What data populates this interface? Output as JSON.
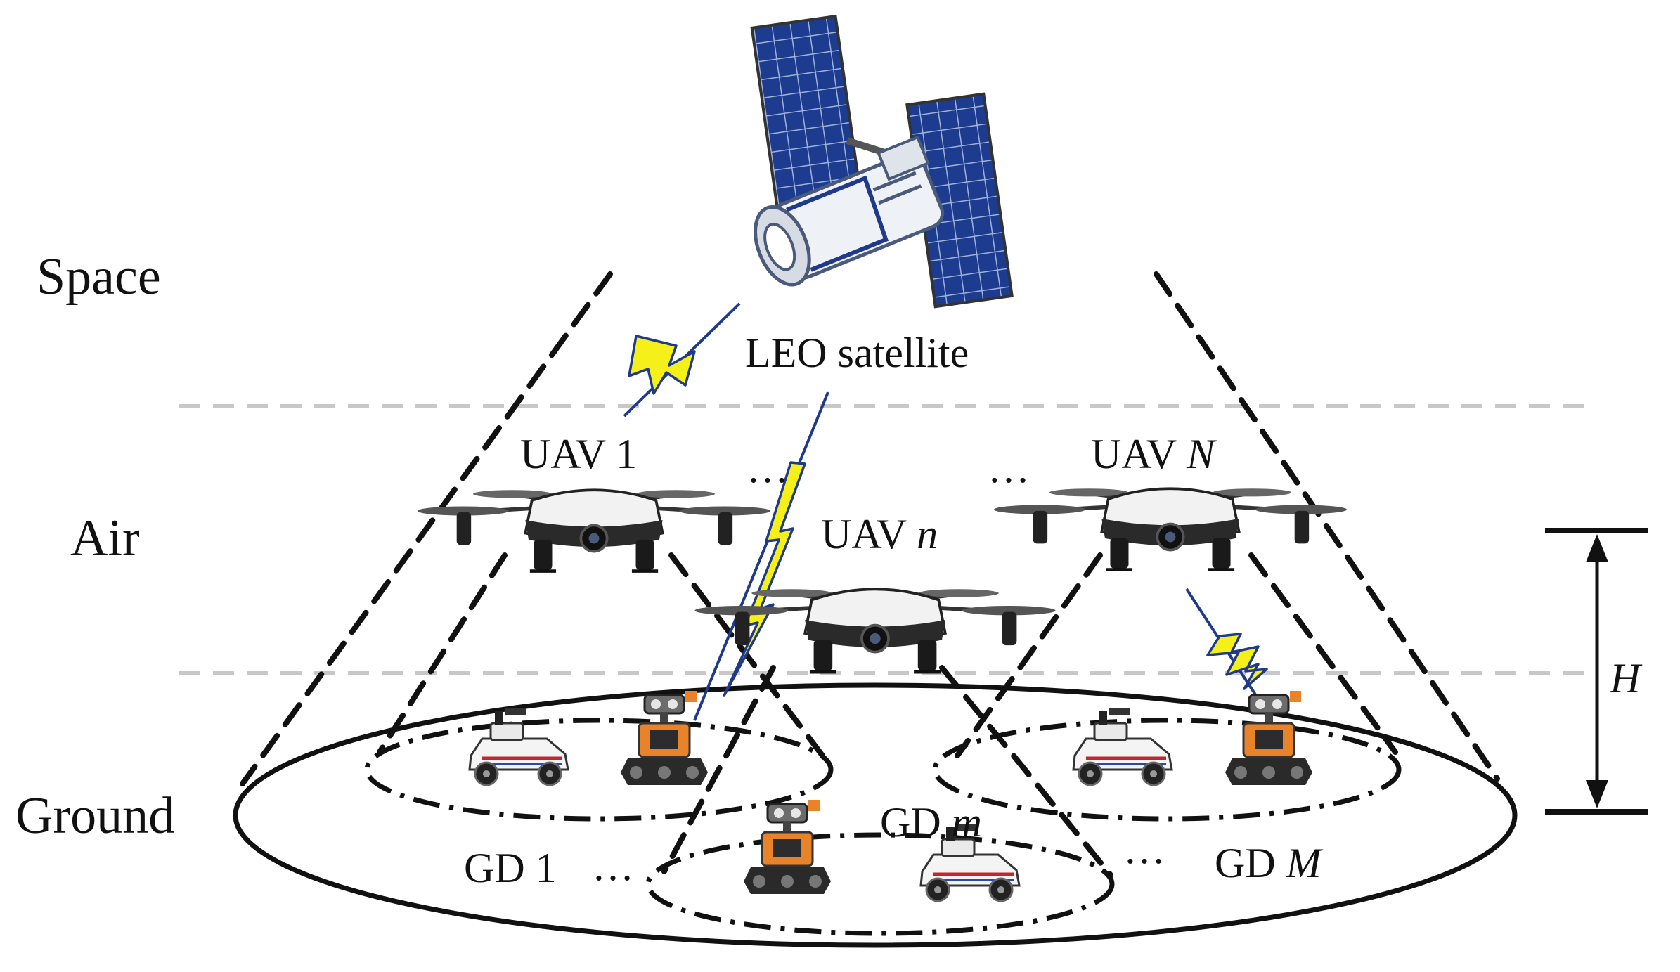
{
  "layers": {
    "space": "Space",
    "air": "Air",
    "ground": "Ground"
  },
  "satellite": {
    "label": "LEO satellite",
    "icon": "satellite-icon"
  },
  "uavs": {
    "uav_1": {
      "prefix": "UAV ",
      "index": "1"
    },
    "uav_n": {
      "prefix": "UAV ",
      "index": "n"
    },
    "uav_N": {
      "prefix": "UAV ",
      "index": "N"
    },
    "icon": "drone-icon",
    "ellipsis_left": "…",
    "ellipsis_right": "…"
  },
  "ground_devices": {
    "gd_1": {
      "prefix": "GD ",
      "index": "1"
    },
    "gd_m": {
      "prefix": "GD ",
      "index": "m"
    },
    "gd_M": {
      "prefix": "GD ",
      "index": "M"
    },
    "ellipsis_left": "…",
    "ellipsis_right": "…",
    "icons": [
      "rover-icon",
      "tracked-robot-icon"
    ]
  },
  "height_marker": {
    "label": "H"
  },
  "colors": {
    "link": "#1f3a8a",
    "bolt": "#f5f01a",
    "separator": "#c8c8c8",
    "panel": "#1d3b8f"
  }
}
